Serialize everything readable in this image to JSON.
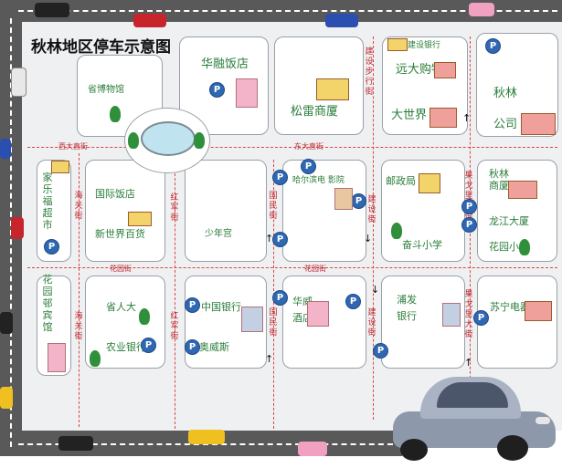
{
  "title": "秋林地区停车示意图",
  "parking_symbol": "P",
  "colors": {
    "ring_road": "#595959",
    "street_label": "#c0272d",
    "place_label": "#2a7d3a",
    "parking": "#2f67b0"
  },
  "streets": {
    "xidazhi": "西大直街",
    "dongdazhi": "东大直街",
    "huayuan_w": "花园街",
    "huayuan_e": "花园街",
    "haiguan_top": "海关街",
    "haiguan_bottom": "海关街",
    "hongjun_top": "红军街",
    "hongjun_bottom": "红军街",
    "guomin_top": "国民街",
    "guomin_bottom": "国民街",
    "jianshe_top": "建设街",
    "jianshe_bottom": "建设街",
    "jianshe_walk": "建设步行街",
    "guogeli_top": "果戈里大街",
    "guogeli_bottom": "果戈里大街"
  },
  "places": {
    "fubowuguan": "省博物馆",
    "huarong": "华融饭店",
    "jiansheyinhang": "建设银行",
    "yuanda": "远大购物",
    "dashijie": "大世界",
    "qiulin_company": "秋林公司",
    "songlei": "松雷商厦",
    "jiale": "家乐福超市",
    "guojifandian": "国际饭店",
    "xinshijie": "新世界百货",
    "shaoniangong": "少年宫",
    "haerbin_dianqi": "哈尔滨电 影院",
    "youzhengju": "邮政局",
    "fendou": "奋斗小学",
    "qiulin_shangsha": "秋林商厦",
    "longjiang": "龙江大厦",
    "huayuan_xiaoxue": "花园小学",
    "huayuan_youbin": "花园邨宾馆",
    "shengrenda": "省人大",
    "nongyeyinhang": "农业银行",
    "zhongguoyinhang": "中国银行",
    "aoweisi": "奥威斯",
    "huawei": "华威酒店",
    "pufa": "浦发银行",
    "suning": "苏宁电器"
  }
}
